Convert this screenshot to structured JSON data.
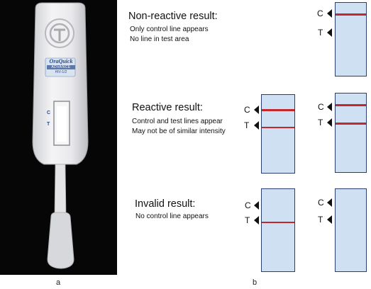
{
  "panels": {
    "a": "a",
    "b": "b"
  },
  "device": {
    "brand": "OraQuick",
    "model": "ADVANCE",
    "hiv": "HIV-1/2",
    "c_mark": "C",
    "t_mark": "T"
  },
  "results": [
    {
      "title": "Non-reactive result:",
      "lines": [
        "Only control line appears",
        "No line in test area"
      ]
    },
    {
      "title": "Reactive result:",
      "lines": [
        "Control and test lines appear",
        "May not be of similar intensity"
      ]
    },
    {
      "title": "Invalid result:",
      "lines": [
        "No control line appears"
      ]
    }
  ],
  "markers": {
    "control": "C",
    "test": "T"
  },
  "strips": [
    {
      "control_line": true,
      "test_line": true
    },
    {
      "control_line": true,
      "test_line": true
    },
    {
      "control_line": false,
      "test_line": true
    },
    {
      "control_line": true,
      "test_line": false
    },
    {
      "control_line": false,
      "test_line": false
    }
  ],
  "colors": {
    "strip_fill": "#cfe0f3",
    "strip_border": "#2a3f6a",
    "line": "#c0282e",
    "photo_bg": "#060606"
  }
}
